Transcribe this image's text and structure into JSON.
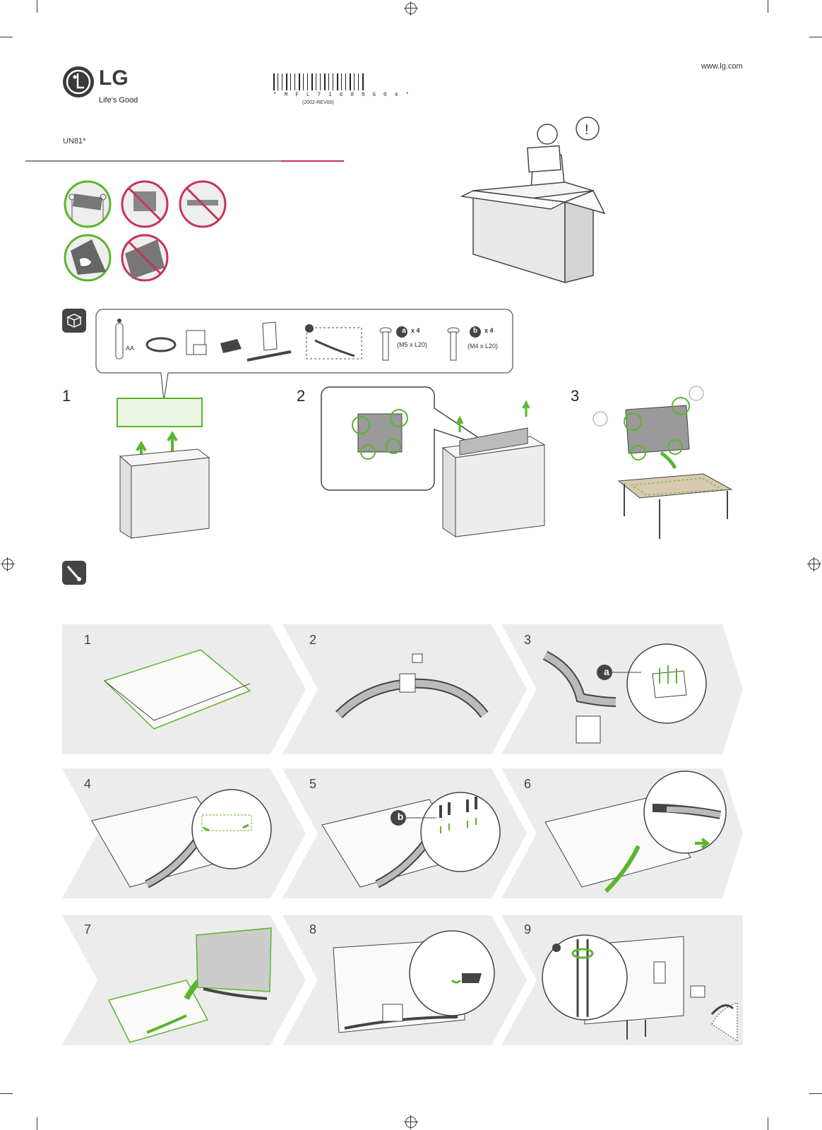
{
  "header": {
    "brand": "LG",
    "tagline": "Life's Good",
    "url": "www.lg.com",
    "barcode_text": "* M F L 7 1 6 8 8 6 0 4 *",
    "revision": "(2002-REV00)",
    "model": "UN81*"
  },
  "parts": {
    "screw_a": {
      "letter": "a",
      "qty": "x 4",
      "spec": "(M5 x L20)"
    },
    "screw_b": {
      "letter": "b",
      "qty": "x 4",
      "spec": "(M4 x L20)"
    },
    "battery_label": "AA"
  },
  "unpack_steps": [
    "1",
    "2",
    "3"
  ],
  "assembly_steps": [
    "1",
    "2",
    "3",
    "4",
    "5",
    "6",
    "7",
    "8",
    "9"
  ],
  "callouts": {
    "step3": "a",
    "step5": "b"
  },
  "colors": {
    "accent_green": "#5ab52d",
    "warning_red": "#c8325a",
    "brand_red": "#a50034",
    "panel_gray": "#ececec"
  }
}
